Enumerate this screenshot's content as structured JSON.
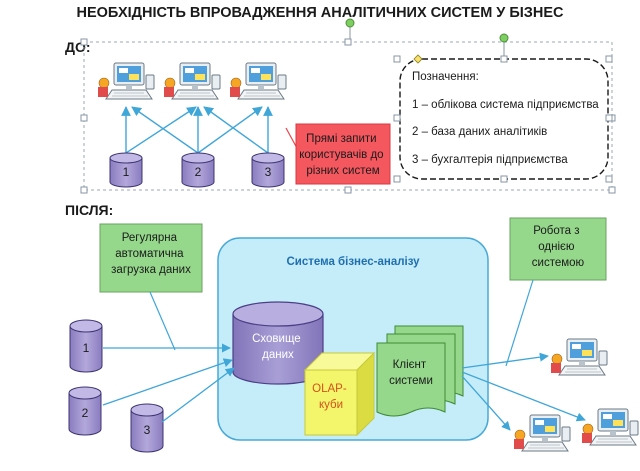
{
  "title": "НЕОБХІДНІСТЬ ВПРОВАДЖЕННЯ АНАЛІТИЧНИХ СИСТЕМ У БІЗНЕС",
  "before": {
    "label": "ДО:",
    "databases": [
      "1",
      "2",
      "3"
    ],
    "callout": [
      "Прямі запити",
      "користувачів до",
      "різних систем"
    ],
    "legend": {
      "title": "Позначення:",
      "items": [
        "1 – облікова система підприємства",
        "2 – база даних аналітиків",
        "3 – бухгалтерія підприємства"
      ]
    }
  },
  "after": {
    "label": "ПІСЛЯ:",
    "load_box": [
      "Регулярна",
      "автоматична",
      "загрузка даних"
    ],
    "system_title": "Система бізнес-аналізу",
    "warehouse": [
      "Сховище",
      "даних"
    ],
    "olap": [
      "OLAP-",
      "куби"
    ],
    "client": [
      "Клієнт",
      "системи"
    ],
    "work_box": [
      "Робота з",
      "однією",
      "системою"
    ],
    "databases": [
      "1",
      "2",
      "3"
    ]
  },
  "colors": {
    "db_fill": "#9b8ec7",
    "db_stroke": "#3d3470",
    "arrow": "#3fa6d8",
    "callout_fill": "#f4575e",
    "green_box": "#95d88b",
    "system_fill": "#c5ecf9",
    "olap_fill": "#f3f56a",
    "title_color": "#1a1a1a"
  }
}
